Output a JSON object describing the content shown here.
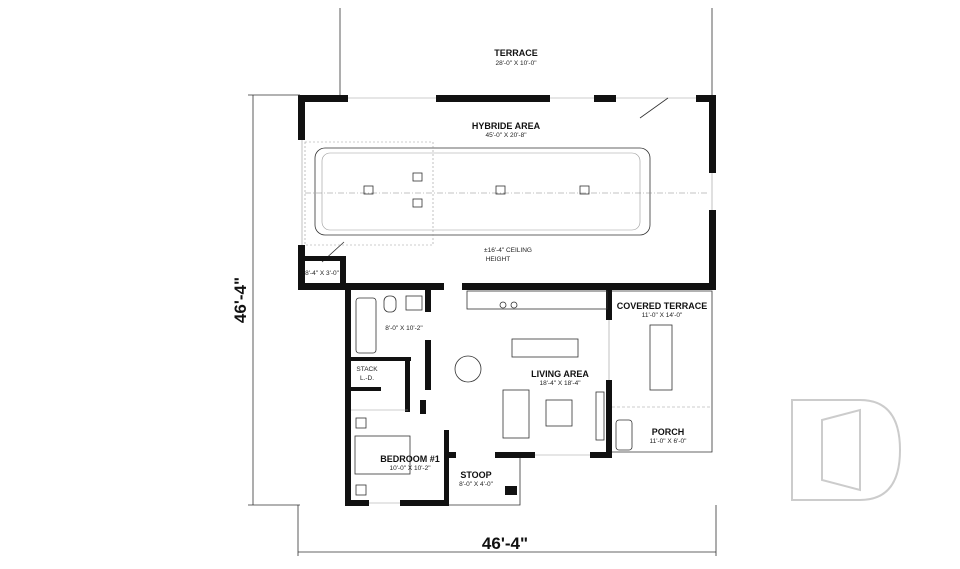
{
  "plan": {
    "overall_width": "46'-4\"",
    "overall_depth": "46'-4\"",
    "rooms": {
      "terrace": {
        "name": "TERRACE",
        "size": "28'-0\" X 10'-0\""
      },
      "hybride": {
        "name": "HYBRIDE AREA",
        "size": "45'-0\" X 20'-8\""
      },
      "ceiling": {
        "line1": "±16'-4\" CEILING",
        "line2": "HEIGHT"
      },
      "closet": {
        "size": "8'-4\" X 3'-0\""
      },
      "bathroom": {
        "size": "8'-0\" X 10'-2\""
      },
      "stack": {
        "line1": "STACK",
        "line2": "L.-D."
      },
      "living": {
        "name": "LIVING AREA",
        "size": "18'-4\" X 18'-4\""
      },
      "covered_terrace": {
        "name": "COVERED TERRACE",
        "size": "11'-0\" X 14'-0\""
      },
      "porch": {
        "name": "PORCH",
        "size": "11'-0\" X 6'-0\""
      },
      "bedroom": {
        "name": "BEDROOM #1",
        "size": "10'-0\" X 10'-2\""
      },
      "stoop": {
        "name": "STOOP",
        "size": "8'-0\" X 4'-0\""
      }
    }
  },
  "logo": {
    "letter": "D",
    "color": "#cccccc"
  }
}
